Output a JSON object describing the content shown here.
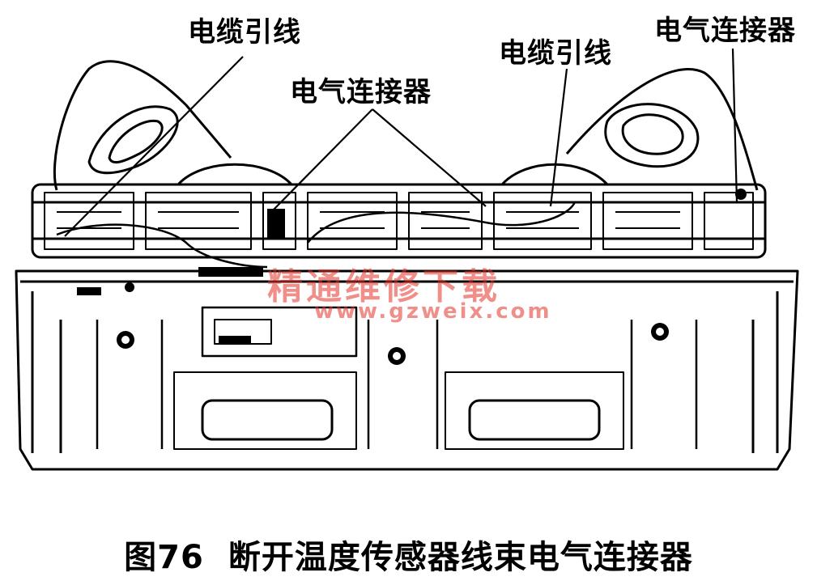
{
  "labels": {
    "cable_lead_left": "电缆引线",
    "connector_center": "电气连接器",
    "cable_lead_right": "电缆引线",
    "connector_right": "电气连接器"
  },
  "watermark": {
    "text": "精通维修下载",
    "url": "www.gzweix.com",
    "color": "#e4342a"
  },
  "caption": {
    "figure_number": "图76",
    "text": "断开温度传感器线束电气连接器"
  }
}
